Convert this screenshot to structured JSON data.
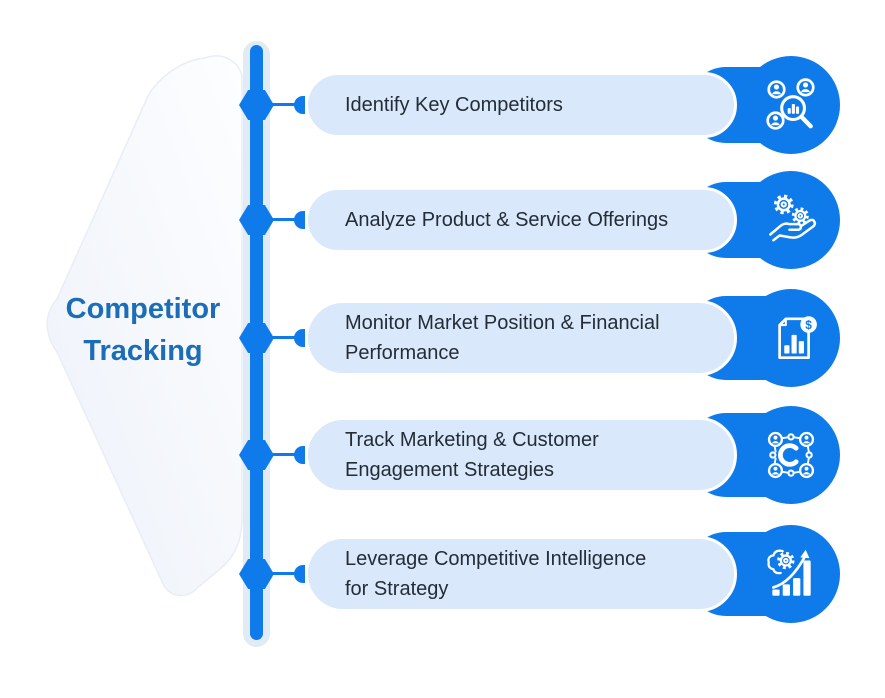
{
  "title": {
    "line1": "Competitor",
    "line2": "Tracking"
  },
  "items": [
    {
      "id": "identify-key-competitors",
      "lines": [
        "Identify Key Competitors"
      ],
      "icon": "competitor-search-icon"
    },
    {
      "id": "analyze-product-service-offerings",
      "lines": [
        "Analyze Product & Service Offerings"
      ],
      "icon": "gears-hand-icon"
    },
    {
      "id": "monitor-market-position-financial-performance",
      "lines": [
        "Monitor Market Position & Financial",
        "Performance"
      ],
      "icon": "financial-report-icon"
    },
    {
      "id": "track-marketing-customer-engagement",
      "lines": [
        "Track Marketing & Customer",
        "Engagement Strategies"
      ],
      "icon": "network-people-icon"
    },
    {
      "id": "leverage-competitive-intelligence",
      "lines": [
        "Leverage Competitive Intelligence",
        "for Strategy"
      ],
      "icon": "growth-strategy-icon"
    }
  ],
  "colors": {
    "accent_blue": "#0f7beb",
    "pill_background": "#d9e8fa",
    "title_blue": "#1a6db6",
    "text_dark": "#242d37",
    "timeline_halo": "#dce7f5",
    "shape_fill_light": "#f0f3fa"
  }
}
